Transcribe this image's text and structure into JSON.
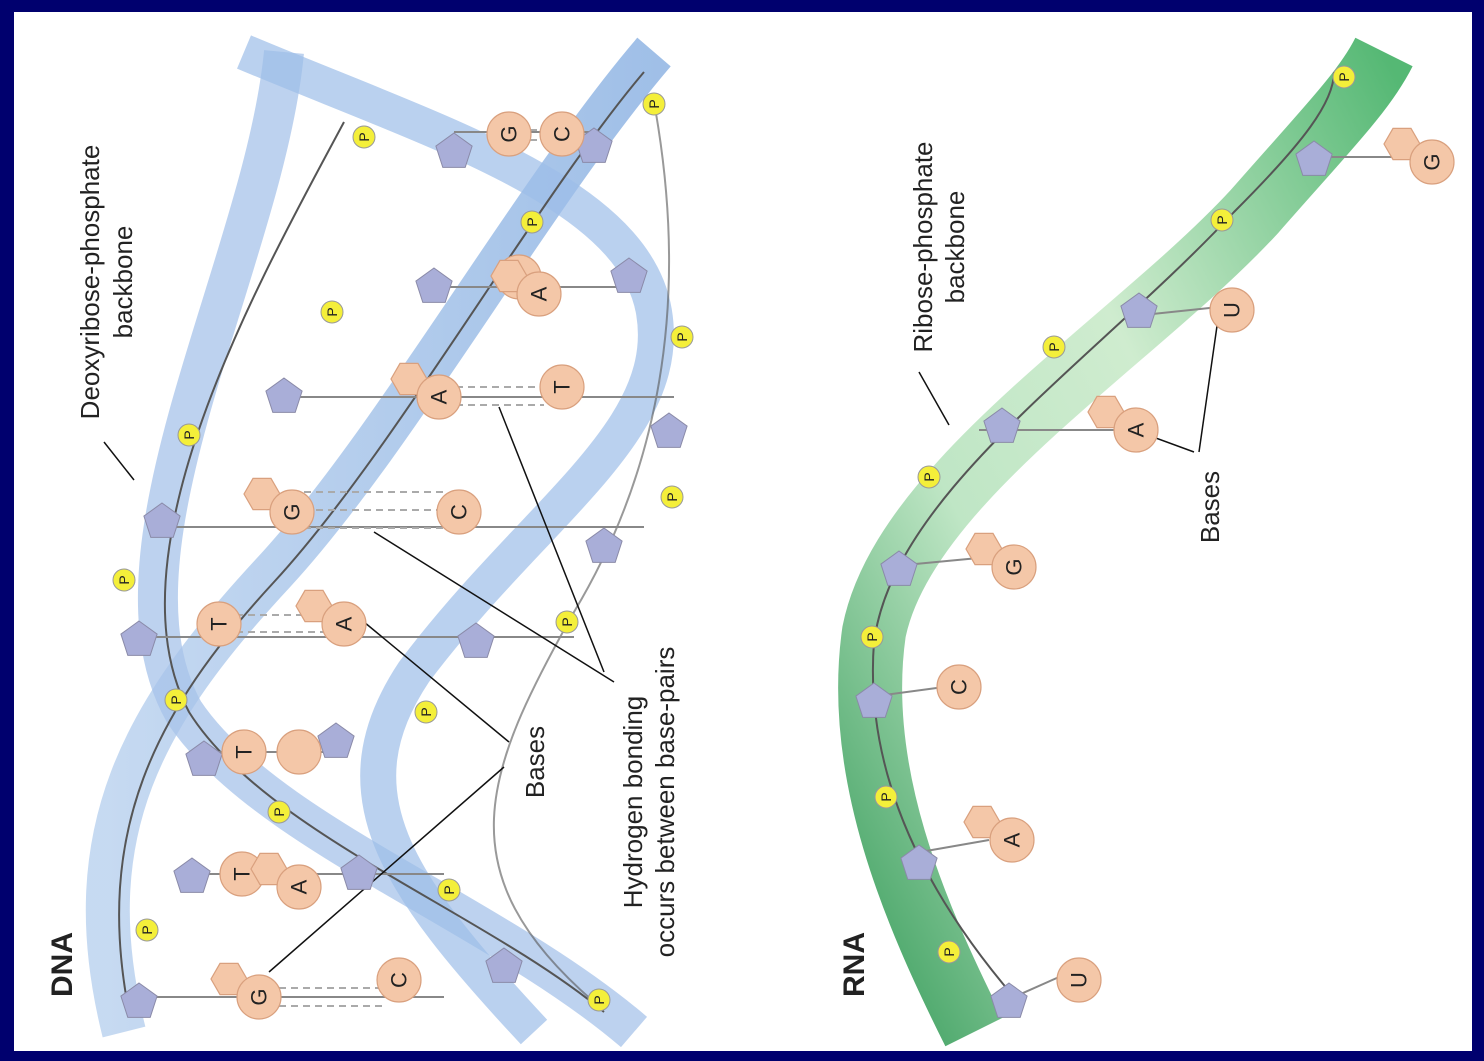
{
  "colors": {
    "frame": "#00006e",
    "dna_backbone": "#a9c6ea",
    "dna_backbone_dark": "#6f9fd8",
    "rna_backbone": "#a8dcb0",
    "rna_backbone_dark": "#4fae6c",
    "base": "#f4c7a8",
    "sugar": "#a9aed8",
    "phosphate": "#f4ef3a"
  },
  "dna": {
    "title": "DNA",
    "backbone_label": [
      "Deoxyribose-phosphate",
      "backbone"
    ],
    "bases_label": "Bases",
    "hbond_label": [
      "Hydrogen bonding",
      "occurs between base-pairs"
    ],
    "phosphate": "P",
    "pairs": [
      {
        "a": "G",
        "b": "C"
      },
      {
        "a": "T",
        "b": "A"
      },
      {
        "a": "T",
        "b": ""
      },
      {
        "a": "T",
        "b": "A"
      },
      {
        "a": "G",
        "b": "C"
      },
      {
        "a": "A",
        "b": "T"
      },
      {
        "a": "",
        "b": "A"
      },
      {
        "a": "G",
        "b": "C"
      }
    ]
  },
  "rna": {
    "title": "RNA",
    "backbone_label": [
      "Ribose-phosphate",
      "backbone"
    ],
    "bases_label": "Bases",
    "phosphate": "P",
    "bases": [
      "U",
      "A",
      "C",
      "G",
      "A",
      "U",
      "G"
    ]
  }
}
